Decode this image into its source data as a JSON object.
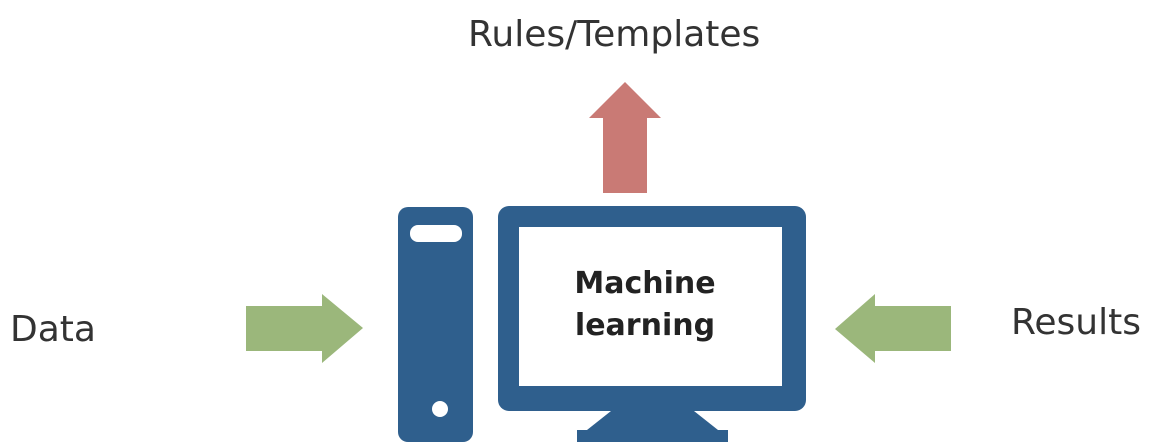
{
  "labels": {
    "top": "Rules/Templates",
    "left": "Data",
    "right": "Results"
  },
  "screen": {
    "line1": "Machine",
    "line2": "learning"
  },
  "colors": {
    "device_blue": "#2f5f8d",
    "arrow_green": "#9bb77b",
    "arrow_red": "#c97a75"
  }
}
